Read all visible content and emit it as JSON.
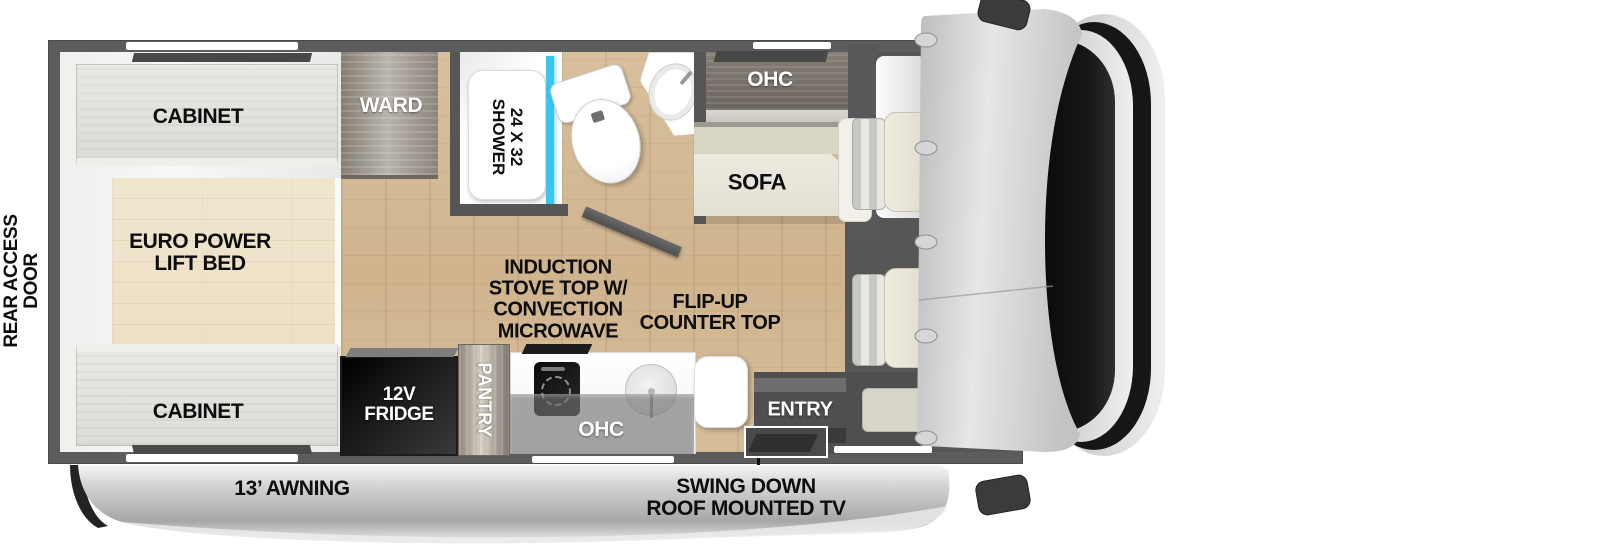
{
  "title": "RV floor plan diagram",
  "colors": {
    "wall": "#5c5c5c",
    "floor_wood": "#d2b globally995",
    "floor": "#d2b995",
    "bed_floor": "#eee3cb",
    "shower_glass": "#38c5ef",
    "fridge": "#0a0a0a",
    "label_black": "#0d0d0d",
    "label_white": "#ffffff",
    "awning_silver": "#c9c9c9",
    "cab_gray": "#d0d0d0",
    "windshield": "#0c0c0c"
  },
  "exterior": {
    "rear_access_door": "REAR ACCESS\nDOOR",
    "awning": "13’ AWNING",
    "tv_note": "SWING DOWN\nROOF MOUNTED TV"
  },
  "bedroom": {
    "cabinet_top": "CABINET",
    "cabinet_bottom": "CABINET",
    "bed": "EURO POWER\nLIFT BED",
    "wardrobe": "WARD"
  },
  "bathroom": {
    "shower": "24 X 32\nSHOWER"
  },
  "living": {
    "ohc": "OHC",
    "sofa": "SOFA"
  },
  "kitchen": {
    "fridge": "12V\nFRIDGE",
    "pantry": "PANTRY",
    "ohc": "OHC",
    "entry": "ENTRY",
    "stove_note": "INDUCTION\nSTOVE TOP W/\nCONVECTION\nMICROWAVE",
    "counter_note": "FLIP-UP\nCOUNTER TOP"
  }
}
